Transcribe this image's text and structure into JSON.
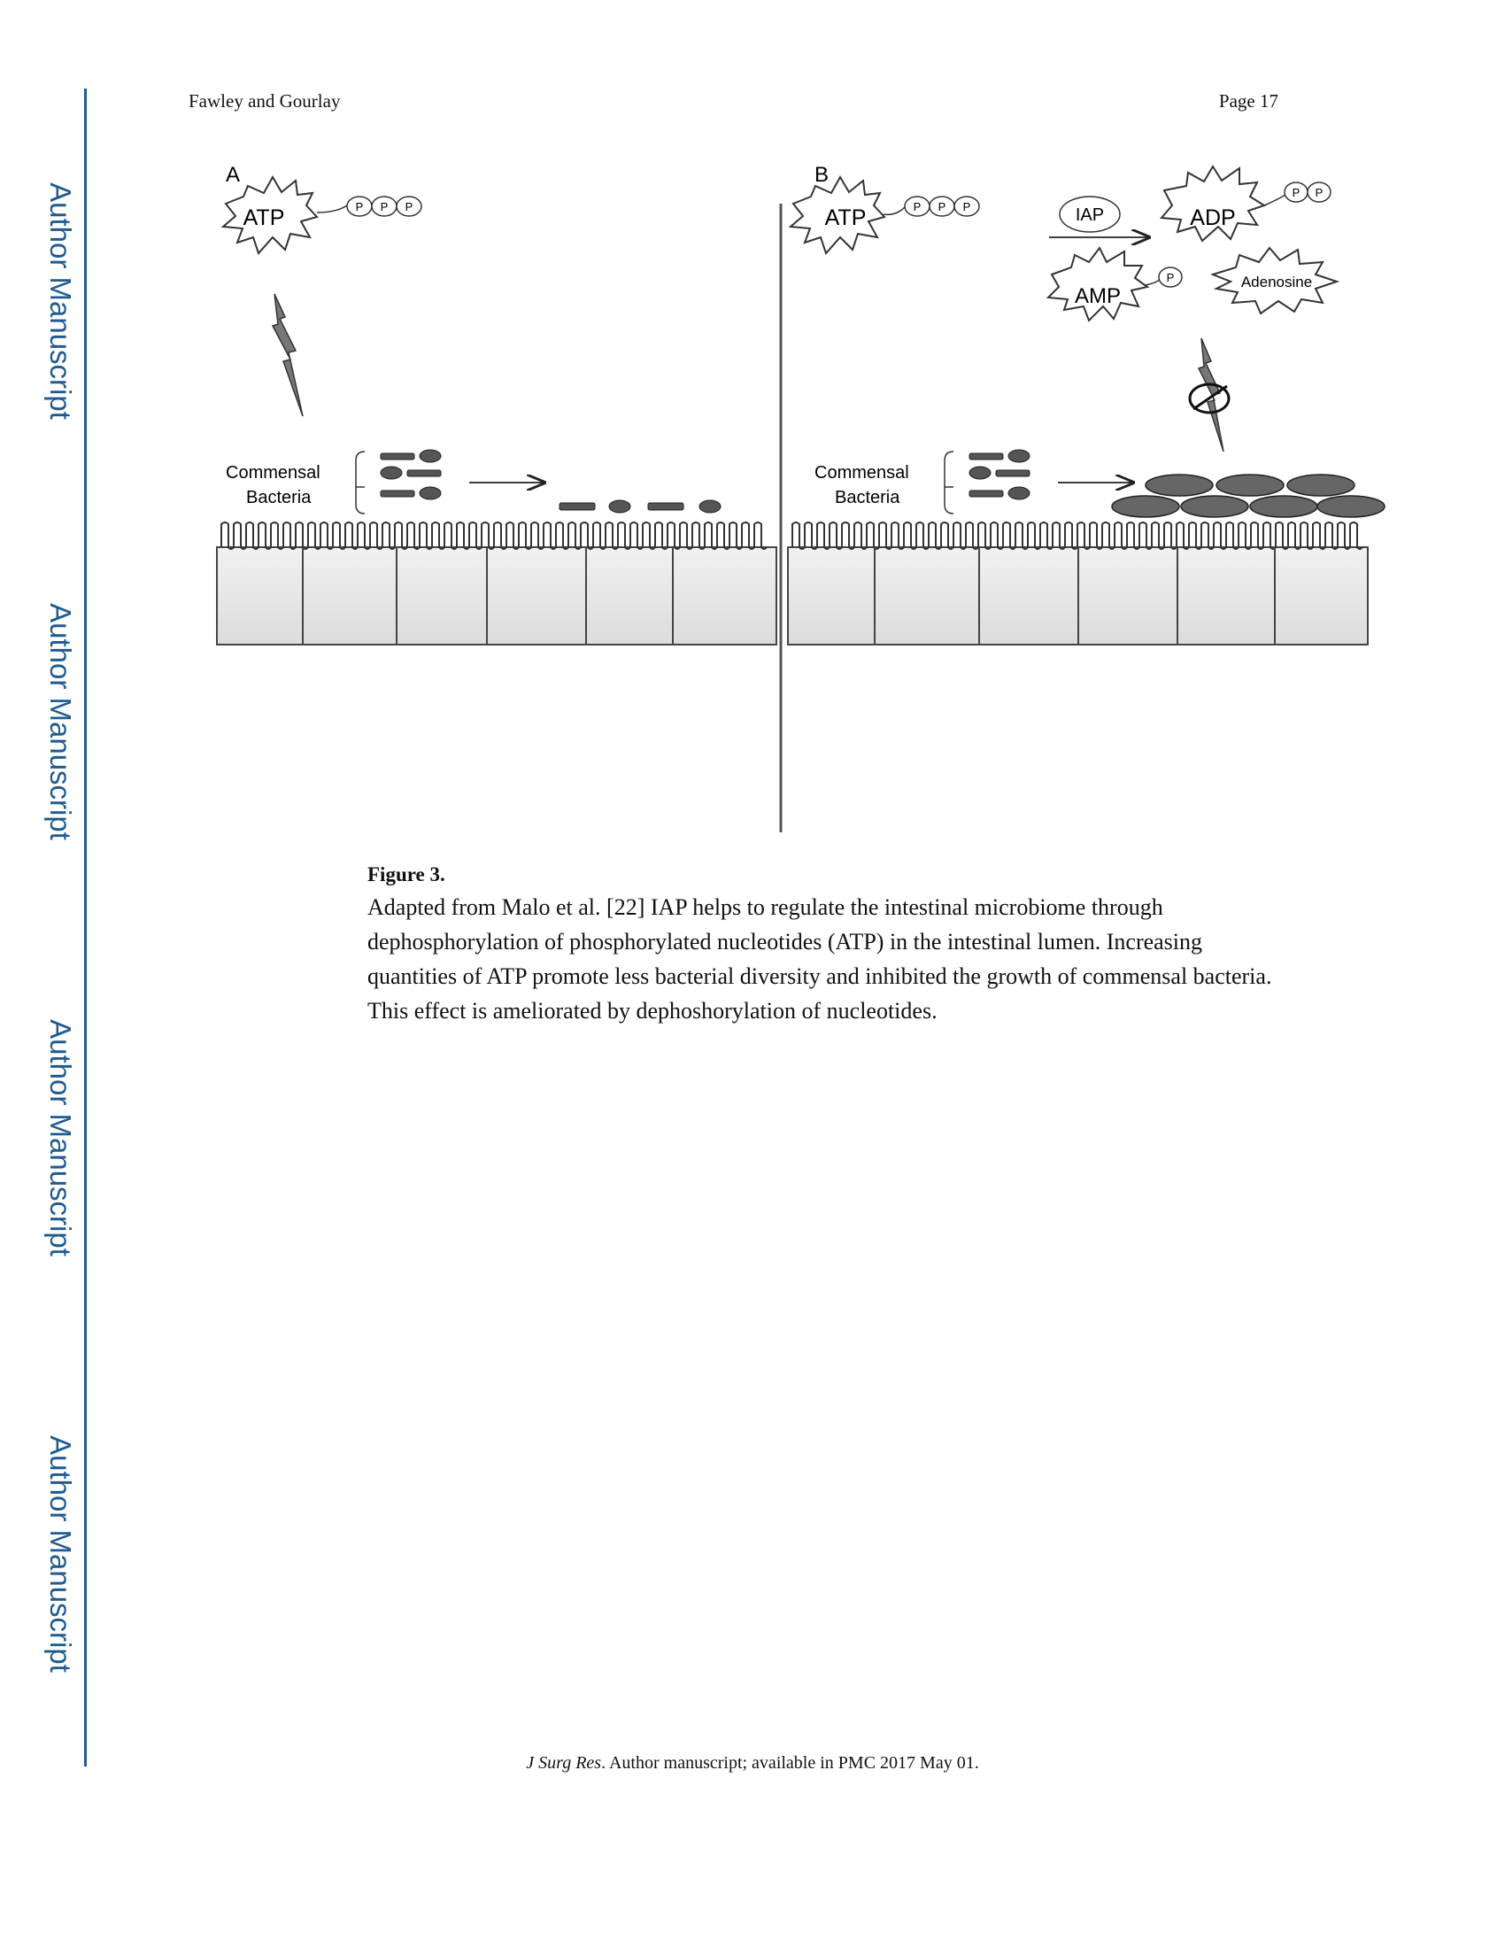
{
  "side": {
    "label": "Author Manuscript"
  },
  "header": {
    "authors": "Fawley and Gourlay",
    "page": "Page 17"
  },
  "figure": {
    "panel_a": {
      "letter": "A",
      "atp": "ATP",
      "phosphate": "P",
      "commensal": "Commensal",
      "bacteria": "Bacteria"
    },
    "panel_b": {
      "letter": "B",
      "atp": "ATP",
      "phosphate": "P",
      "iap": "IAP",
      "adp": "ADP",
      "amp": "AMP",
      "adenosine": "Adenosine",
      "commensal": "Commensal",
      "bacteria": "Bacteria"
    },
    "title": "Figure 3.",
    "caption": "Adapted from Malo et al. [22] IAP helps to regulate the intestinal microbiome through dephosphorylation of phosphorylated nucleotides (ATP) in the intestinal lumen. Increasing quantities of ATP promote less bacterial diversity and inhibited the growth of commensal bacteria. This effect is ameliorated by dephoshorylation of nucleotides."
  },
  "footer": {
    "journal": "J Surg Res",
    "text": ". Author manuscript; available in PMC 2017 May 01."
  }
}
